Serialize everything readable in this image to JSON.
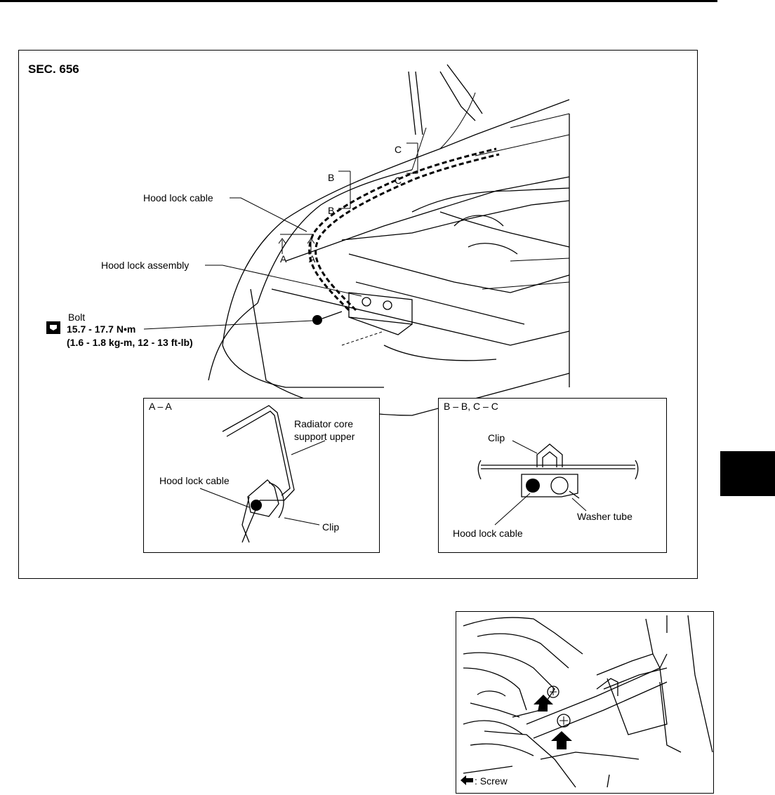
{
  "figure": {
    "section": "SEC. 656",
    "labels": {
      "hood_lock_cable": "Hood lock cable",
      "hood_lock_assembly": "Hood lock assembly",
      "bolt": "Bolt",
      "torque_nm": "15.7 - 17.7 N•m",
      "torque_alt": "(1.6 - 1.8 kg-m, 12 - 13 ft-lb)",
      "marker_a": "A",
      "marker_b": "B",
      "marker_c": "C"
    },
    "inset_aa": {
      "title": "A – A",
      "radiator_line1": "Radiator core",
      "radiator_line2": "support upper",
      "cable": "Hood lock cable",
      "clip": "Clip"
    },
    "inset_bc": {
      "title": "B – B, C – C",
      "clip": "Clip",
      "washer_tube": "Washer tube",
      "cable": "Hood lock cable"
    }
  },
  "screw_figure": {
    "legend": ": Screw"
  }
}
